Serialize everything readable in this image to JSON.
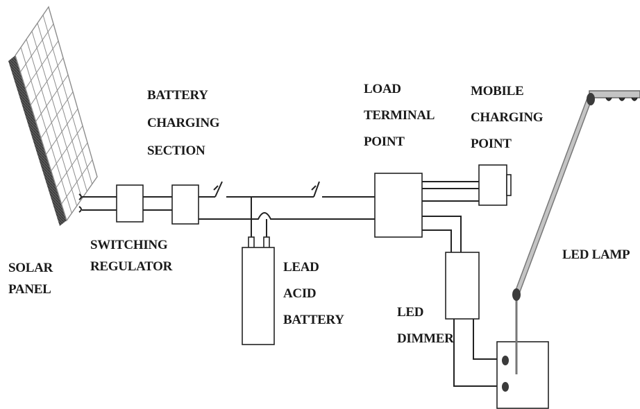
{
  "labels": {
    "solar_panel": [
      "SOLAR",
      "PANEL"
    ],
    "switching_regulator": [
      "SWITCHING",
      "REGULATOR"
    ],
    "battery_charging_section": [
      "BATTERY",
      "CHARGING",
      "SECTION"
    ],
    "lead_acid_battery": [
      "LEAD",
      "ACID",
      "BATTERY"
    ],
    "load_terminal_point": [
      "LOAD",
      "TERMINAL",
      "POINT"
    ],
    "mobile_charging_point": [
      "MOBILE",
      "CHARGING",
      "POINT"
    ],
    "led_dimmer": [
      "LED",
      "DIMMER"
    ],
    "led_lamp": [
      "LED LAMP"
    ]
  },
  "colors": {
    "line": "#222222",
    "panel_grid": "#8c8c8c",
    "panel_side": "#5a5a5a",
    "lamp_pole": "#a8a8a8",
    "text": "#1a1a1a"
  }
}
